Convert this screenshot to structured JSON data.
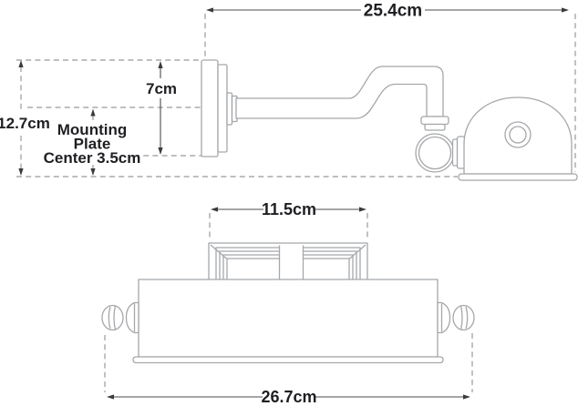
{
  "diagram": {
    "type": "technical-drawing",
    "subject": "wall-mounted picture light, side elevation and front elevation with dimensions",
    "colors": {
      "background": "#ffffff",
      "outline": "#a5a7aa",
      "dimension_line": "#4c4c4e",
      "extension_dash": "#97999c",
      "text": "#1f1f23"
    },
    "side_view": {
      "labels": {
        "overall_depth": "25.4cm",
        "overall_height": "12.7cm",
        "backplate_diameter": "7cm",
        "mounting_note": [
          "Mounting",
          "Plate",
          "Center 3.5cm"
        ]
      }
    },
    "front_view": {
      "labels": {
        "backplate_width": "11.5cm",
        "overall_width": "26.7cm"
      }
    }
  }
}
